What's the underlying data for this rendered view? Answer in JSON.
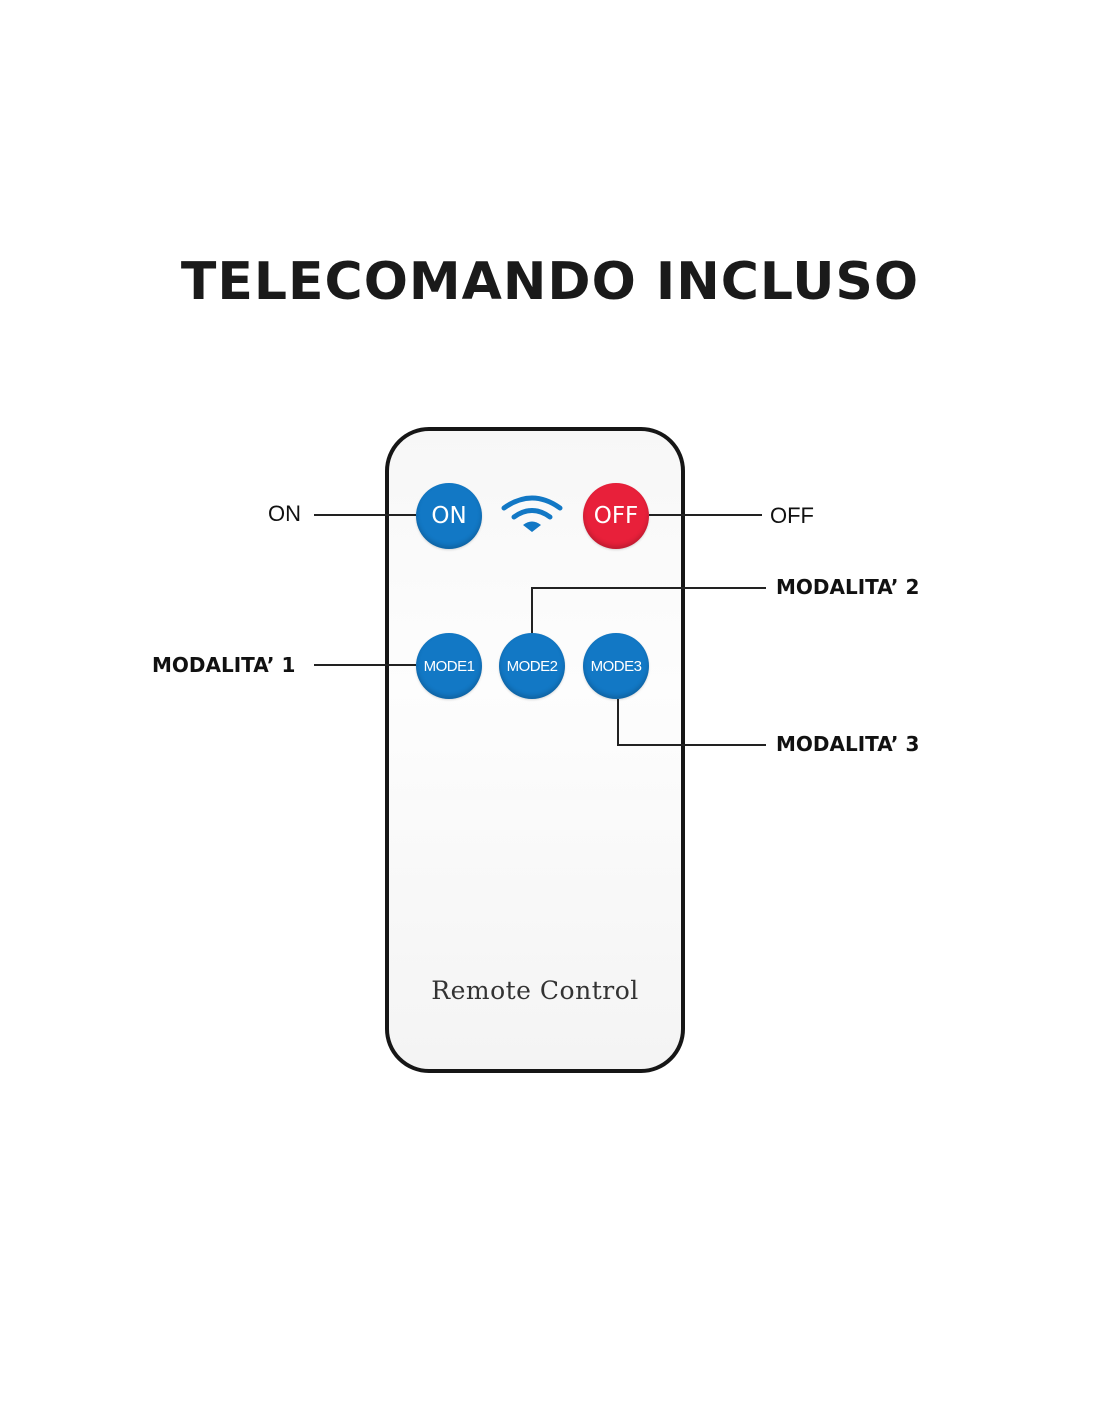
{
  "title": "TELECOMANDO INCLUSO",
  "remote": {
    "label": "Remote Control",
    "buttons": {
      "on": "ON",
      "off": "OFF",
      "mode1": "MODE1",
      "mode2": "MODE2",
      "mode3": "MODE3"
    },
    "colors": {
      "blue": "#1278c5",
      "red": "#e8203a",
      "body": "#f7f7f7",
      "outline": "#161616"
    },
    "icon": "wifi-icon"
  },
  "callouts": {
    "on": "ON",
    "off": "OFF",
    "mode1": "MODALITA’ 1",
    "mode2": "MODALITA’ 2",
    "mode3": "MODALITA’ 3"
  }
}
